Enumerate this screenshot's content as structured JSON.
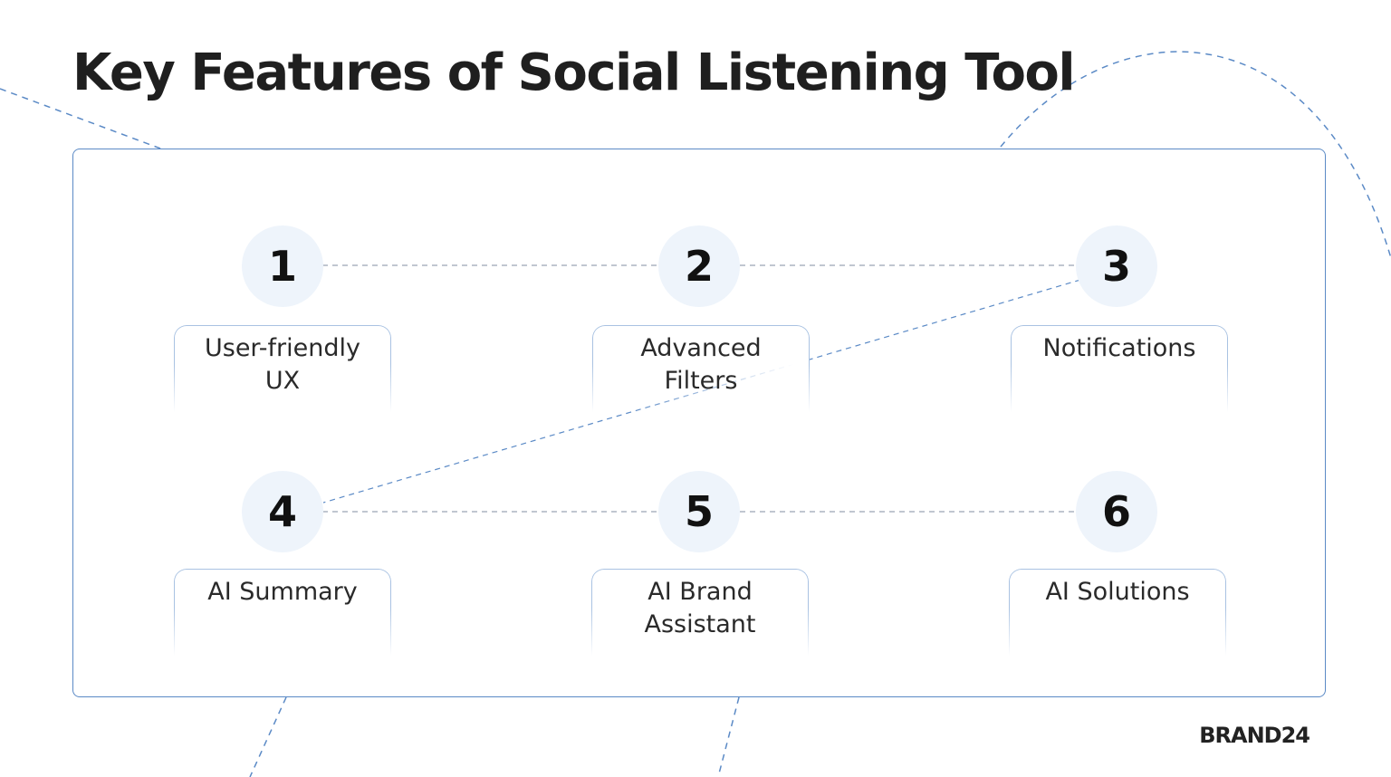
{
  "title": "Key Features of Social Listening Tool",
  "brand": "BRAND24",
  "colors": {
    "accent_line": "#5b8ac6",
    "circle_fill": "#eef4fb",
    "connector": "#9aa5b4"
  },
  "features": [
    {
      "number": "1",
      "label": "User-friendly UX"
    },
    {
      "number": "2",
      "label": "Advanced Filters"
    },
    {
      "number": "3",
      "label": "Notifications"
    },
    {
      "number": "4",
      "label": "AI Summary"
    },
    {
      "number": "5",
      "label": "AI Brand Assistant"
    },
    {
      "number": "6",
      "label": "AI Solutions"
    }
  ]
}
